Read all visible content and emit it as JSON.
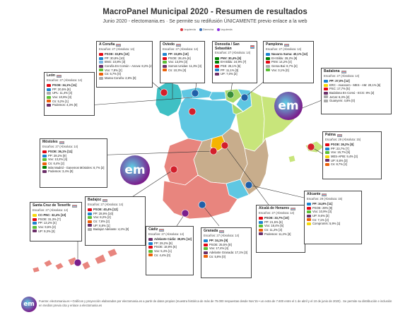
{
  "header": {
    "title": "MacroPanel Municipal 2020 - Resumen de resultados",
    "subtitle": "Junio 2020 - electomania.es · Se permite su redifusión ÚNICAMENTE previo enlace a la web"
  },
  "legend": {
    "items": [
      {
        "label": "Izquierda",
        "color": "#d9343e"
      },
      {
        "label": "Derecha",
        "color": "#3a6fb5"
      },
      {
        "label": "Izquierda",
        "color": "#8a2be2"
      }
    ]
  },
  "colors": {
    "psoe": "#e30613",
    "pp": "#1d84ce",
    "vox": "#5bc035",
    "cs": "#eb6109",
    "up": "#6b2e68",
    "pnv": "#008000",
    "bng": "#76b6e4",
    "cc": "#f5d90a",
    "local": "#aaaaaa",
    "em_logo": "#7a1e8c"
  },
  "cards": [
    {
      "id": "leon",
      "city": "León",
      "seats": "Escaños: 27 (Absoluta: 14)",
      "parties": [
        {
          "name": "PSOE: 34,1% [11]",
          "p": "psoe",
          "win": true
        },
        {
          "name": "PP: 20,5% [6]",
          "p": "pp"
        },
        {
          "name": "UPL: 11,4% [3]",
          "p": "local"
        },
        {
          "name": "Vox: 10,9% [3]",
          "p": "vox"
        },
        {
          "name": "Cs: 5,2% [1]",
          "p": "cs"
        },
        {
          "name": "Podemos: 4,3% [0]",
          "p": "up"
        }
      ]
    },
    {
      "id": "coruna",
      "city": "A Coruña",
      "seats": "Escaños: 27 (Absoluta: 14)",
      "parties": [
        {
          "name": "PSOE: 33,8% [10]",
          "p": "psoe",
          "win": true
        },
        {
          "name": "PP: 30,8% [10]",
          "p": "pp"
        },
        {
          "name": "BNG: 10,8% [3]",
          "p": "bng"
        },
        {
          "name": "Coruña En Común - Anova: 8,2% [2]",
          "p": "up"
        },
        {
          "name": "Vox: 7,8% [2]",
          "p": "vox"
        },
        {
          "name": "Cs: 5,7% [0]",
          "p": "cs"
        },
        {
          "name": "Marea Coruña: 2,8% [0]",
          "p": "local"
        }
      ]
    },
    {
      "id": "oviedo",
      "city": "Oviedo",
      "seats": "Escaños: 27 (Absoluta: 14)",
      "parties": [
        {
          "name": "PP: 33,8% [10]",
          "p": "pp",
          "win": true
        },
        {
          "name": "PSOE: 28,4% [6]",
          "p": "psoe"
        },
        {
          "name": "Vox: 13,0% [3]",
          "p": "vox"
        },
        {
          "name": "Somos Unidas: 11,3% [3]",
          "p": "up"
        },
        {
          "name": "Cs: 10,3% [3]",
          "p": "cs"
        }
      ]
    },
    {
      "id": "donostia",
      "city": "Donostia / San Sebastián",
      "seats": "Escaños: 27 (Absoluta: 14)",
      "parties": [
        {
          "name": "PNV: 30,4% [9]",
          "p": "pnv",
          "win": true
        },
        {
          "name": "EH Bildu: 24,9% [7]",
          "p": "pnv"
        },
        {
          "name": "PSE: 26,1% [6]",
          "p": "psoe"
        },
        {
          "name": "PP: 11,1% [3]",
          "p": "pp"
        },
        {
          "name": "UP: 7,0% [2]",
          "p": "up"
        }
      ]
    },
    {
      "id": "pamplona",
      "city": "Pamplona",
      "seats": "Escaños: 27 (Absoluta: 14)",
      "parties": [
        {
          "name": "Navarra Suma: 40,1% [12]",
          "p": "pp",
          "win": true
        },
        {
          "name": "EH Bildu: 28,2% [9]",
          "p": "pnv"
        },
        {
          "name": "PSN: 14,2% [4]",
          "p": "psoe"
        },
        {
          "name": "Geroa Bai: 6,7% [2]",
          "p": "local"
        },
        {
          "name": "Vox: 3,1% [0]",
          "p": "vox"
        }
      ]
    },
    {
      "id": "badalona",
      "city": "Badalona",
      "seats": "Escaños: 27 (Absoluta: 14)",
      "parties": [
        {
          "name": "PP: 37,0% [12]",
          "p": "pp",
          "win": true
        },
        {
          "name": "ERC - Avancem - MES - AM: 20,1% [6]",
          "p": "cc"
        },
        {
          "name": "PSC: 17,7% [5]",
          "p": "psoe"
        },
        {
          "name": "Badalona En Comú - ECG: 8% [2]",
          "p": "up"
        },
        {
          "name": "JxCat: 6,3% [2]",
          "p": "local"
        },
        {
          "name": "Guanyem: 4,8% [0]",
          "p": "local"
        }
      ]
    },
    {
      "id": "mostoles",
      "city": "Móstoles",
      "seats": "Escaños: 27 (Absoluta: 14)",
      "parties": [
        {
          "name": "PSOE: 36,1% [11]",
          "p": "psoe",
          "win": true
        },
        {
          "name": "PP: 28,2% [9]",
          "p": "pp"
        },
        {
          "name": "Vox: 13,2% [4]",
          "p": "vox"
        },
        {
          "name": "Cs: 6,4% [2]",
          "p": "cs"
        },
        {
          "name": "Más Madrid - Ganemos Móstoles: 6,7% [2]",
          "p": "pnv"
        },
        {
          "name": "Podemos: 3,4% [0]",
          "p": "up"
        }
      ]
    },
    {
      "id": "palma",
      "city": "Palma",
      "seats": "Escaños: 29 (Absoluta: 15)",
      "parties": [
        {
          "name": "PSOE: 26,2% [8]",
          "p": "psoe",
          "win": true
        },
        {
          "name": "PP: 23,7% [7]",
          "p": "pp"
        },
        {
          "name": "Vox: 15,7% [5]",
          "p": "vox"
        },
        {
          "name": "MES-APIB: 9,4% [3]",
          "p": "cc"
        },
        {
          "name": "UP: 8,8% [3]",
          "p": "up"
        },
        {
          "name": "Cs: 8,7% [2]",
          "p": "cs"
        }
      ]
    },
    {
      "id": "santacruz",
      "city": "Santa Cruz de Tenerife",
      "seats": "Escaños: 27 (Absoluta: 14)",
      "parties": [
        {
          "name": "CC-PNC: 32,4% [10]",
          "p": "cc",
          "win": true
        },
        {
          "name": "PSOE: 31,3% [7]",
          "p": "psoe"
        },
        {
          "name": "PP: 13,2% [4]",
          "p": "pp"
        },
        {
          "name": "Vox: 9,6% [3]",
          "p": "vox"
        },
        {
          "name": "UP: 9,3% [3]",
          "p": "up"
        }
      ]
    },
    {
      "id": "badajoz",
      "city": "Badajoz",
      "seats": "Escaños: 27 (Absoluta: 14)",
      "parties": [
        {
          "name": "PSOE: 40,4% [12]",
          "p": "psoe",
          "win": true
        },
        {
          "name": "PP: 28,9% [10]",
          "p": "pp"
        },
        {
          "name": "Vox: 8,2% [2]",
          "p": "vox"
        },
        {
          "name": "Cs: 7,8% [2]",
          "p": "cs"
        },
        {
          "name": "UP: 6,8% [1]",
          "p": "up"
        },
        {
          "name": "Badajoz Adelante: 4,2% [0]",
          "p": "local"
        }
      ]
    },
    {
      "id": "cadiz",
      "city": "Cádiz",
      "seats": "Escaños: 27 (Absoluta: 14)",
      "parties": [
        {
          "name": "Adelante Cádiz: 39,8% [12]",
          "p": "up",
          "win": true
        },
        {
          "name": "PP: 29,2% [9]",
          "p": "pp"
        },
        {
          "name": "PSOE: 18,9% [6]",
          "p": "psoe"
        },
        {
          "name": "Vox: 5,4% [1]",
          "p": "vox"
        },
        {
          "name": "Cs: 4,4% [0]",
          "p": "cs"
        }
      ]
    },
    {
      "id": "granada",
      "city": "Granada",
      "seats": "Escaños: 27 (Absoluta: 14)",
      "parties": [
        {
          "name": "PP: 34,1% [9]",
          "p": "pp",
          "win": true
        },
        {
          "name": "PSOE: 25,5% [8]",
          "p": "psoe"
        },
        {
          "name": "Vox: 17,4% [4]",
          "p": "vox"
        },
        {
          "name": "Adelante Granada: 17,1% [3]",
          "p": "up"
        },
        {
          "name": "Cs: 5,9% [0]",
          "p": "cs"
        }
      ]
    },
    {
      "id": "alcala",
      "city": "Alcalá de Henares",
      "seats": "Escaños: 27 (Absoluta: 14)",
      "parties": [
        {
          "name": "PSOE: 33,7% [10]",
          "p": "psoe",
          "win": true
        },
        {
          "name": "PP: 21,5% [6]",
          "p": "pp"
        },
        {
          "name": "Vox: 18,4% [5]",
          "p": "vox"
        },
        {
          "name": "Cs: 11,2% [3]",
          "p": "cs"
        },
        {
          "name": "Podemos: 11,2% [3]",
          "p": "up"
        }
      ]
    },
    {
      "id": "alicante",
      "city": "Alicante",
      "seats": "Escaños: 29 (Absoluta: 15)",
      "parties": [
        {
          "name": "PP: 34,9% [11]",
          "p": "pp",
          "win": true
        },
        {
          "name": "PSOE: 29% [9]",
          "p": "psoe"
        },
        {
          "name": "Vox: 10,9% [3]",
          "p": "vox"
        },
        {
          "name": "UP: 9,6% [3]",
          "p": "up"
        },
        {
          "name": "Cs: 7,1% [2]",
          "p": "cs"
        },
        {
          "name": "Compromís: 5,9% [1]",
          "p": "cc"
        }
      ]
    }
  ],
  "brand": {
    "logo_text": "em"
  },
  "footer": {
    "text": "Fuente: electomania.es • Gráficos y proyección elaborados por electomania.es a partir de datos propios (muestra histórica de más de 75.000 respuestas desde Nov'15 • un extra de 7.600 entre el 1 de abril y el 10 de junio de 2020) . Se permite su distribución e inclusión en medios previa cita y enlace a electomania.es"
  }
}
